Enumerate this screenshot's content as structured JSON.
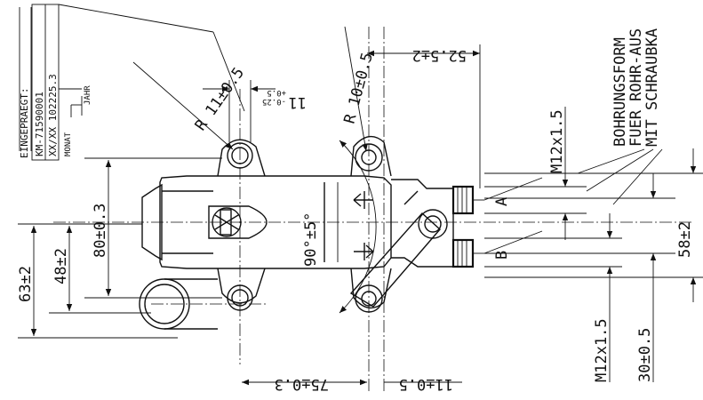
{
  "stamp": {
    "header": "EINGEPRAEGT:",
    "part_number": "KM-71590001",
    "date_code": "XX/XX  102225.3",
    "month_label": "MONAT",
    "year_label": "JAHR"
  },
  "note": {
    "line1": "BOHRUNGSFORM",
    "line2": "FUER ROHR-AUS",
    "line3": "MIT SCHRAUBKA"
  },
  "dimensions": {
    "d_80": "80±0.3",
    "d_63": "63±2",
    "d_48": "48±2",
    "d_75": "75±0.3",
    "d_11_bottom": "11±0.5",
    "d_52": "52.5±2",
    "d_58": "58±2",
    "d_30": "30±0.5",
    "d_11_tol_main": "11",
    "d_11_tol_upper": "+0.5",
    "d_11_tol_lower": "-0.25",
    "angle": "90°±5°",
    "radius_left": "R 11±0.5",
    "radius_right": "R 10±0.5",
    "thread_top": "M12x1.5",
    "thread_bottom": "M12x1.5"
  },
  "ports": {
    "a": "A",
    "b": "B"
  }
}
